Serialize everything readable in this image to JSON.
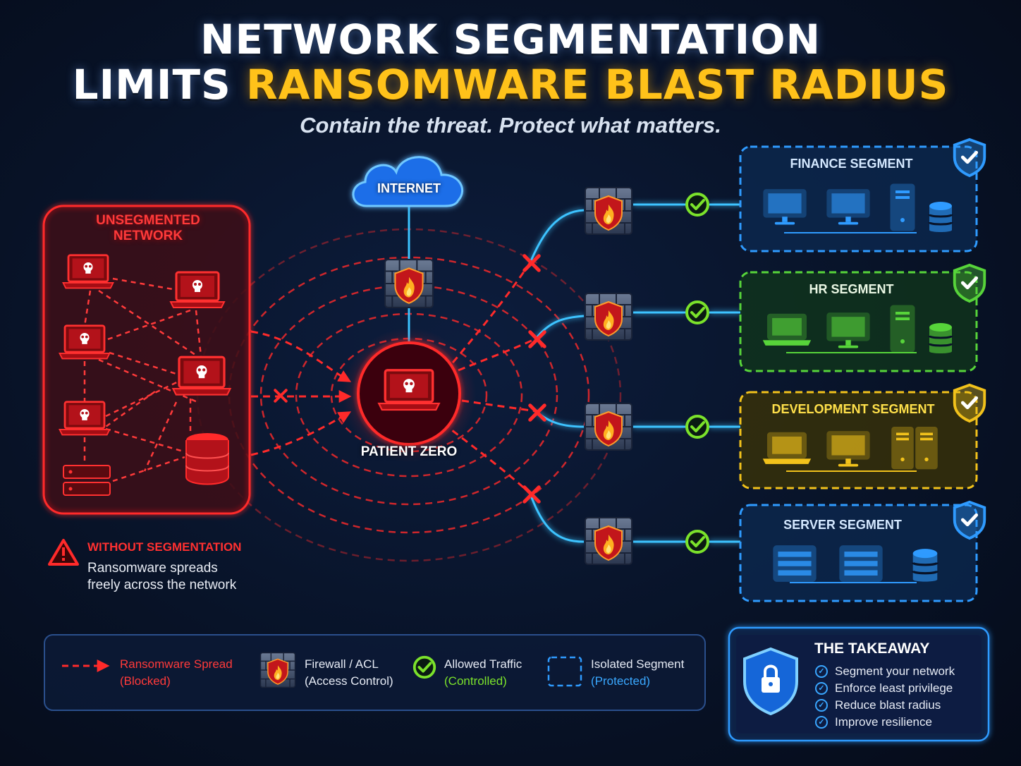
{
  "header": {
    "title_line1": "NETWORK SEGMENTATION",
    "title_line2_white": "LIMITS",
    "title_line2_accent": "RANSOMWARE BLAST RADIUS",
    "subtitle": "Contain the threat. Protect what matters."
  },
  "unsegmented": {
    "label": "UNSEGMENTED NETWORK",
    "warning_title": "WITHOUT SEGMENTATION",
    "warning_line1": "Ransomware spreads",
    "warning_line2": "freely across the network"
  },
  "internet": {
    "label": "INTERNET"
  },
  "patient_zero": {
    "label": "PATIENT ZERO"
  },
  "segments": [
    {
      "label": "FINANCE SEGMENT",
      "color": "#2f9bff"
    },
    {
      "label": "HR SEGMENT",
      "color": "#57d43a"
    },
    {
      "label": "DEVELOPMENT SEGMENT",
      "color": "#f2c21b"
    },
    {
      "label": "SERVER SEGMENT",
      "color": "#2f9bff"
    }
  ],
  "legend": {
    "spread_line1": "Ransomware Spread",
    "spread_line2": "(Blocked)",
    "firewall_line1": "Firewall / ACL",
    "firewall_line2": "(Access Control)",
    "allowed_line1": "Allowed Traffic",
    "allowed_line2": "(Controlled)",
    "isolated_line1": "Isolated Segment",
    "isolated_line2": "(Protected)"
  },
  "takeaway": {
    "title": "THE TAKEAWAY",
    "items": [
      "Segment your network",
      "Enforce least privilege",
      "Reduce blast radius",
      "Improve resilience"
    ]
  },
  "colors": {
    "threat": "#ff2a2a",
    "allowed": "#7be22b",
    "accent": "#ffc21a",
    "link": "#3cc3ff"
  }
}
